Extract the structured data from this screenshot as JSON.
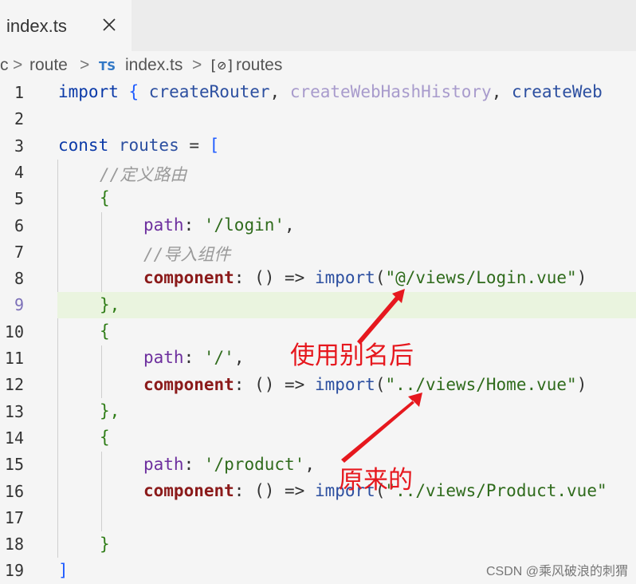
{
  "tab": {
    "label": "index.ts"
  },
  "breadcrumb": {
    "seg0": "c",
    "seg1": "route",
    "badge": "TS",
    "seg2": "index.ts",
    "symbol_icon": "[⊘]",
    "seg3": "routes"
  },
  "lines": [
    {
      "n": "1"
    },
    {
      "n": "2"
    },
    {
      "n": "3"
    },
    {
      "n": "4"
    },
    {
      "n": "5"
    },
    {
      "n": "6"
    },
    {
      "n": "7"
    },
    {
      "n": "8"
    },
    {
      "n": "9"
    },
    {
      "n": "10"
    },
    {
      "n": "11"
    },
    {
      "n": "12"
    },
    {
      "n": "13"
    },
    {
      "n": "14"
    },
    {
      "n": "15"
    },
    {
      "n": "16"
    },
    {
      "n": "17"
    },
    {
      "n": "18"
    },
    {
      "n": "19"
    }
  ],
  "code": {
    "l1_import": "import",
    "l1_a": " { ",
    "l1_createRouter": "createRouter",
    "l1_b": ", ",
    "l1_hash": "createWebHashHistory",
    "l1_c": ", ",
    "l1_web": "createWeb",
    "l3_const": "const",
    "l3_routes": " routes",
    "l3_eq": " = ",
    "l3_br": "[",
    "l4_cm": "//定义路由",
    "l5_br": "{",
    "l6_path": "path",
    "l6_colon": ": ",
    "l6_str": "'/login'",
    "l6_comma": ",",
    "l7_cm": "//导入组件",
    "l8_comp": "component",
    "l8_rest": ": () => ",
    "l8_import": "import",
    "l8_p1": "(",
    "l8_str": "\"@/views/Login.vue\"",
    "l8_p2": ")",
    "l9_br": "},",
    "l10_br": "{",
    "l11_path": "path",
    "l11_colon": ": ",
    "l11_str": "'/'",
    "l11_comma": ",",
    "l12_comp": "component",
    "l12_rest": ": () => ",
    "l12_import": "import",
    "l12_p1": "(",
    "l12_str": "\"../views/Home.vue\"",
    "l12_p2": ")",
    "l13_br": "},",
    "l14_br": "{",
    "l15_path": "path",
    "l15_colon": ": ",
    "l15_str": "'/product'",
    "l15_comma": ",",
    "l16_comp": "component",
    "l16_rest": ": () => ",
    "l16_import": "import",
    "l16_p1": "(",
    "l16_str": "\"../views/Product.vue\"",
    "l18_br": "}",
    "l19_br": "]"
  },
  "annotations": {
    "after": "使用别名后",
    "before": "原来的",
    "color": "#e6181e"
  },
  "watermark": "CSDN @乘风破浪的刺猬"
}
